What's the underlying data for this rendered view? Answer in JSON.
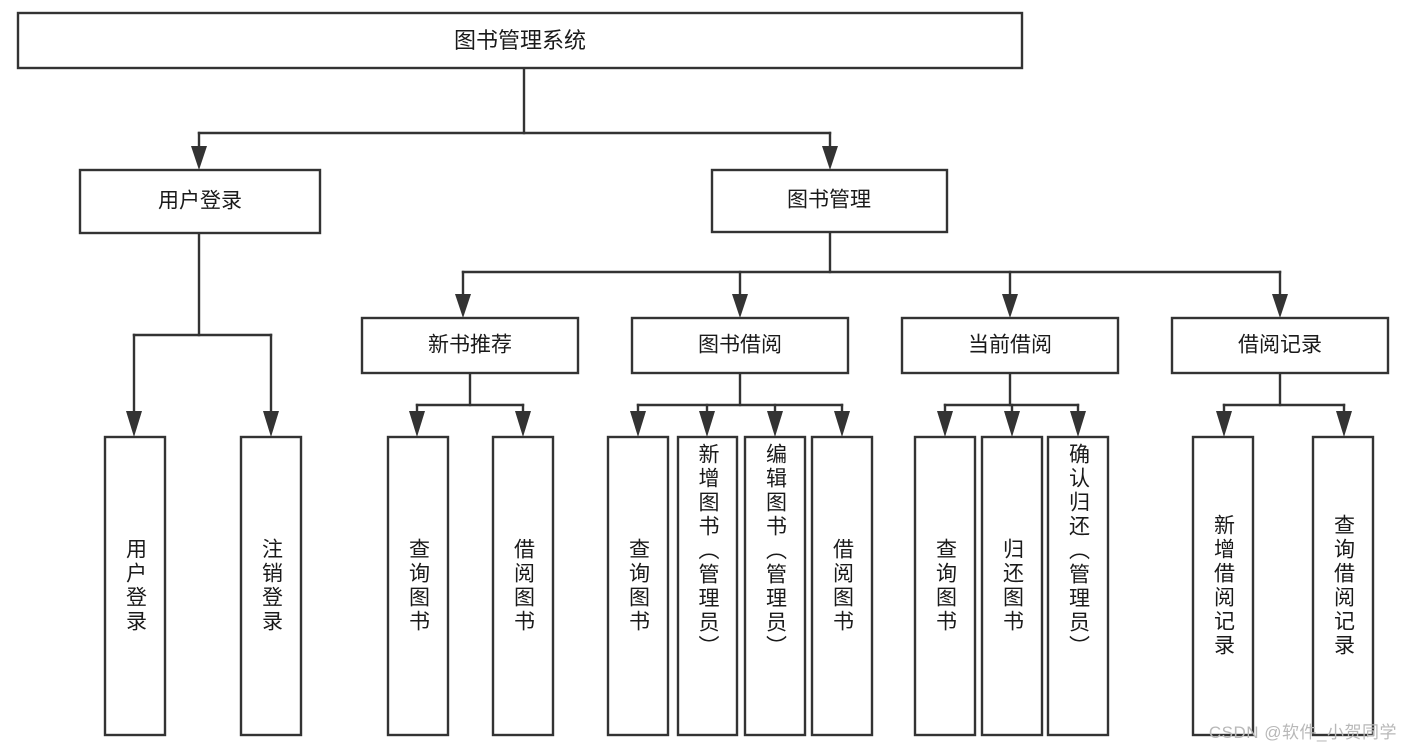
{
  "diagram": {
    "type": "tree",
    "title_node": {
      "id": "root",
      "label": "图书管理系统"
    },
    "level2": [
      {
        "id": "user-login",
        "label": "用户登录"
      },
      {
        "id": "book-manage",
        "label": "图书管理"
      }
    ],
    "level3": [
      {
        "id": "new-book-recommend",
        "label": "新书推荐"
      },
      {
        "id": "book-borrow",
        "label": "图书借阅"
      },
      {
        "id": "current-borrow",
        "label": "当前借阅"
      },
      {
        "id": "borrow-record",
        "label": "借阅记录"
      }
    ],
    "leaves": {
      "user_login": [
        {
          "id": "leaf-user-login",
          "label": "用户登录"
        },
        {
          "id": "leaf-logout-login",
          "label": "注销登录"
        }
      ],
      "new_book_recommend": [
        {
          "id": "leaf-query-book-1",
          "label": "查询图书"
        },
        {
          "id": "leaf-borrow-book-1",
          "label": "借阅图书"
        }
      ],
      "book_borrow": [
        {
          "id": "leaf-query-book-2",
          "label": "查询图书"
        },
        {
          "id": "leaf-add-book",
          "label": "新增图书（管理员）"
        },
        {
          "id": "leaf-edit-book",
          "label": "编辑图书（管理员）"
        },
        {
          "id": "leaf-borrow-book-2",
          "label": "借阅图书"
        }
      ],
      "current_borrow": [
        {
          "id": "leaf-query-book-3",
          "label": "查询图书"
        },
        {
          "id": "leaf-return-book",
          "label": "归还图书"
        },
        {
          "id": "leaf-confirm-return",
          "label": "确认归还（管理员）"
        }
      ],
      "borrow_record": [
        {
          "id": "leaf-add-record",
          "label": "新增借阅记录"
        },
        {
          "id": "leaf-query-record",
          "label": "查询借阅记录"
        }
      ]
    }
  },
  "watermark": {
    "text": "CSDN @软件_小贺同学"
  },
  "colors": {
    "box_stroke": "#333333",
    "box_fill": "#ffffff",
    "text": "#1a1a1a",
    "watermark": "#b8b8b8",
    "background": "#ffffff"
  }
}
